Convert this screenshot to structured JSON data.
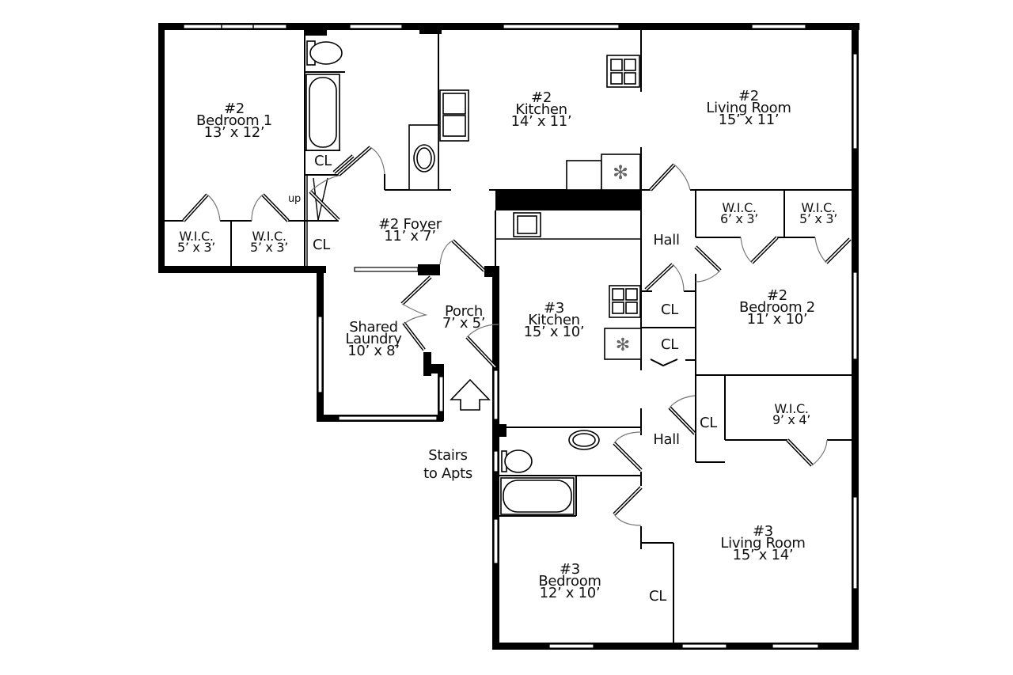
{
  "floorplan": {
    "rooms": [
      {
        "id": "bed1",
        "unit": "#2",
        "name": "Bedroom 1",
        "size": "13’ x 12’"
      },
      {
        "id": "kitchen2",
        "unit": "#2",
        "name": "Kitchen",
        "size": "14’ x 11’"
      },
      {
        "id": "living2",
        "unit": "#2",
        "name": "Living Room",
        "size": "15’ x 11’"
      },
      {
        "id": "foyer2",
        "unit": "",
        "name": "#2 Foyer",
        "size": "11’ x 7’"
      },
      {
        "id": "wic_a",
        "unit": "",
        "name": "W.I.C.",
        "size": "5’ x 3’"
      },
      {
        "id": "wic_b",
        "unit": "",
        "name": "W.I.C.",
        "size": "5’ x 3’"
      },
      {
        "id": "wic_c",
        "unit": "",
        "name": "W.I.C.",
        "size": "6’ x 3’"
      },
      {
        "id": "wic_d",
        "unit": "",
        "name": "W.I.C.",
        "size": "5’ x 3’"
      },
      {
        "id": "bed2",
        "unit": "#2",
        "name": "Bedroom 2",
        "size": "11’ x 10’"
      },
      {
        "id": "laundry",
        "unit": "",
        "name": "Shared Laundry",
        "name_line1": "Shared",
        "name_line2": "Laundry",
        "size": "10’ x 8’"
      },
      {
        "id": "porch",
        "unit": "",
        "name": "Porch",
        "size": "7’ x 5’"
      },
      {
        "id": "kitchen3",
        "unit": "#3",
        "name": "Kitchen",
        "size": "15’ x 10’"
      },
      {
        "id": "wic_e",
        "unit": "",
        "name": "W.I.C.",
        "size": "9’ x 4’"
      },
      {
        "id": "living3",
        "unit": "#3",
        "name": "Living Room",
        "size": "15’ x 14’"
      },
      {
        "id": "bed3",
        "unit": "#3",
        "name": "Bedroom",
        "size": "12’ x 10’"
      }
    ],
    "closets": {
      "label": "CL"
    },
    "halls": {
      "label": "Hall"
    },
    "stairs": {
      "line1": "Stairs",
      "line2": "to Apts"
    },
    "stair_up": "up",
    "colors": {
      "walls": "#000000",
      "background": "#ffffff",
      "door_swing": "#777777"
    }
  }
}
